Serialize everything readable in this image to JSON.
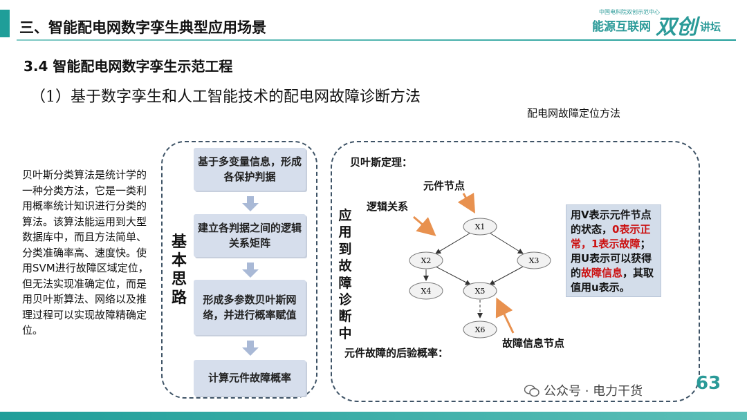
{
  "header": {
    "section_title": "三、智能配电网数字孪生典型应用场景",
    "logo_top": "中国电科院双创示范中心",
    "logo_main": "能源互联网",
    "logo_big": "双创",
    "logo_small": "讲坛"
  },
  "subsection": "3.4 智能配电网数字孪生示范工程",
  "method_title": "（1）基于数字孪生和人工智能技术的配电网故障诊断方法",
  "method_caption": "配电网故障定位方法",
  "left_description": "贝叶斯分类算法是统计学的一种分类方法，它是一类利用概率统计知识进行分类的算法。该算法能运用到大型数据库中，而且方法简单、分类准确率高、速度快。使用SVM进行故障区域定位，但无法实现准确定位，而是用贝叶斯算法、网络以及推理过程可以实现故障精确定位。",
  "basic_idea": {
    "label": "基本思路",
    "steps": [
      "基于多变量信息，形成各保护判据",
      "建立各判据之间的逻辑关系矩阵",
      "形成多参数贝叶斯网络，并进行概率赋值",
      "计算元件故障概率"
    ]
  },
  "application": {
    "label": "应用到故障诊断中",
    "bayes_label": "贝叶斯定理：",
    "posterior_label": "元件故障的后验概率：",
    "annotations": {
      "component_node": "元件节点",
      "logic_relation": "逻辑关系",
      "fault_info_node": "故障信息节点"
    },
    "nodes": [
      "X1",
      "X2",
      "X3",
      "X4",
      "X5",
      "X6"
    ],
    "info_box": {
      "line1": "用V表示元件节点的状态，",
      "line2_red": "0表示正常，1表示故障",
      "line2_end": "；",
      "line3": "用U表示可以获得的",
      "line3_red": "故障信息",
      "line3_end": "，其取值用u表示。"
    }
  },
  "page_number": "63",
  "watermark": "公众号 · 电力干货",
  "colors": {
    "accent": "#1f9e99",
    "box_fill": "#d6deec",
    "arrow": "#e8914f",
    "alert_red": "#cc1111"
  }
}
